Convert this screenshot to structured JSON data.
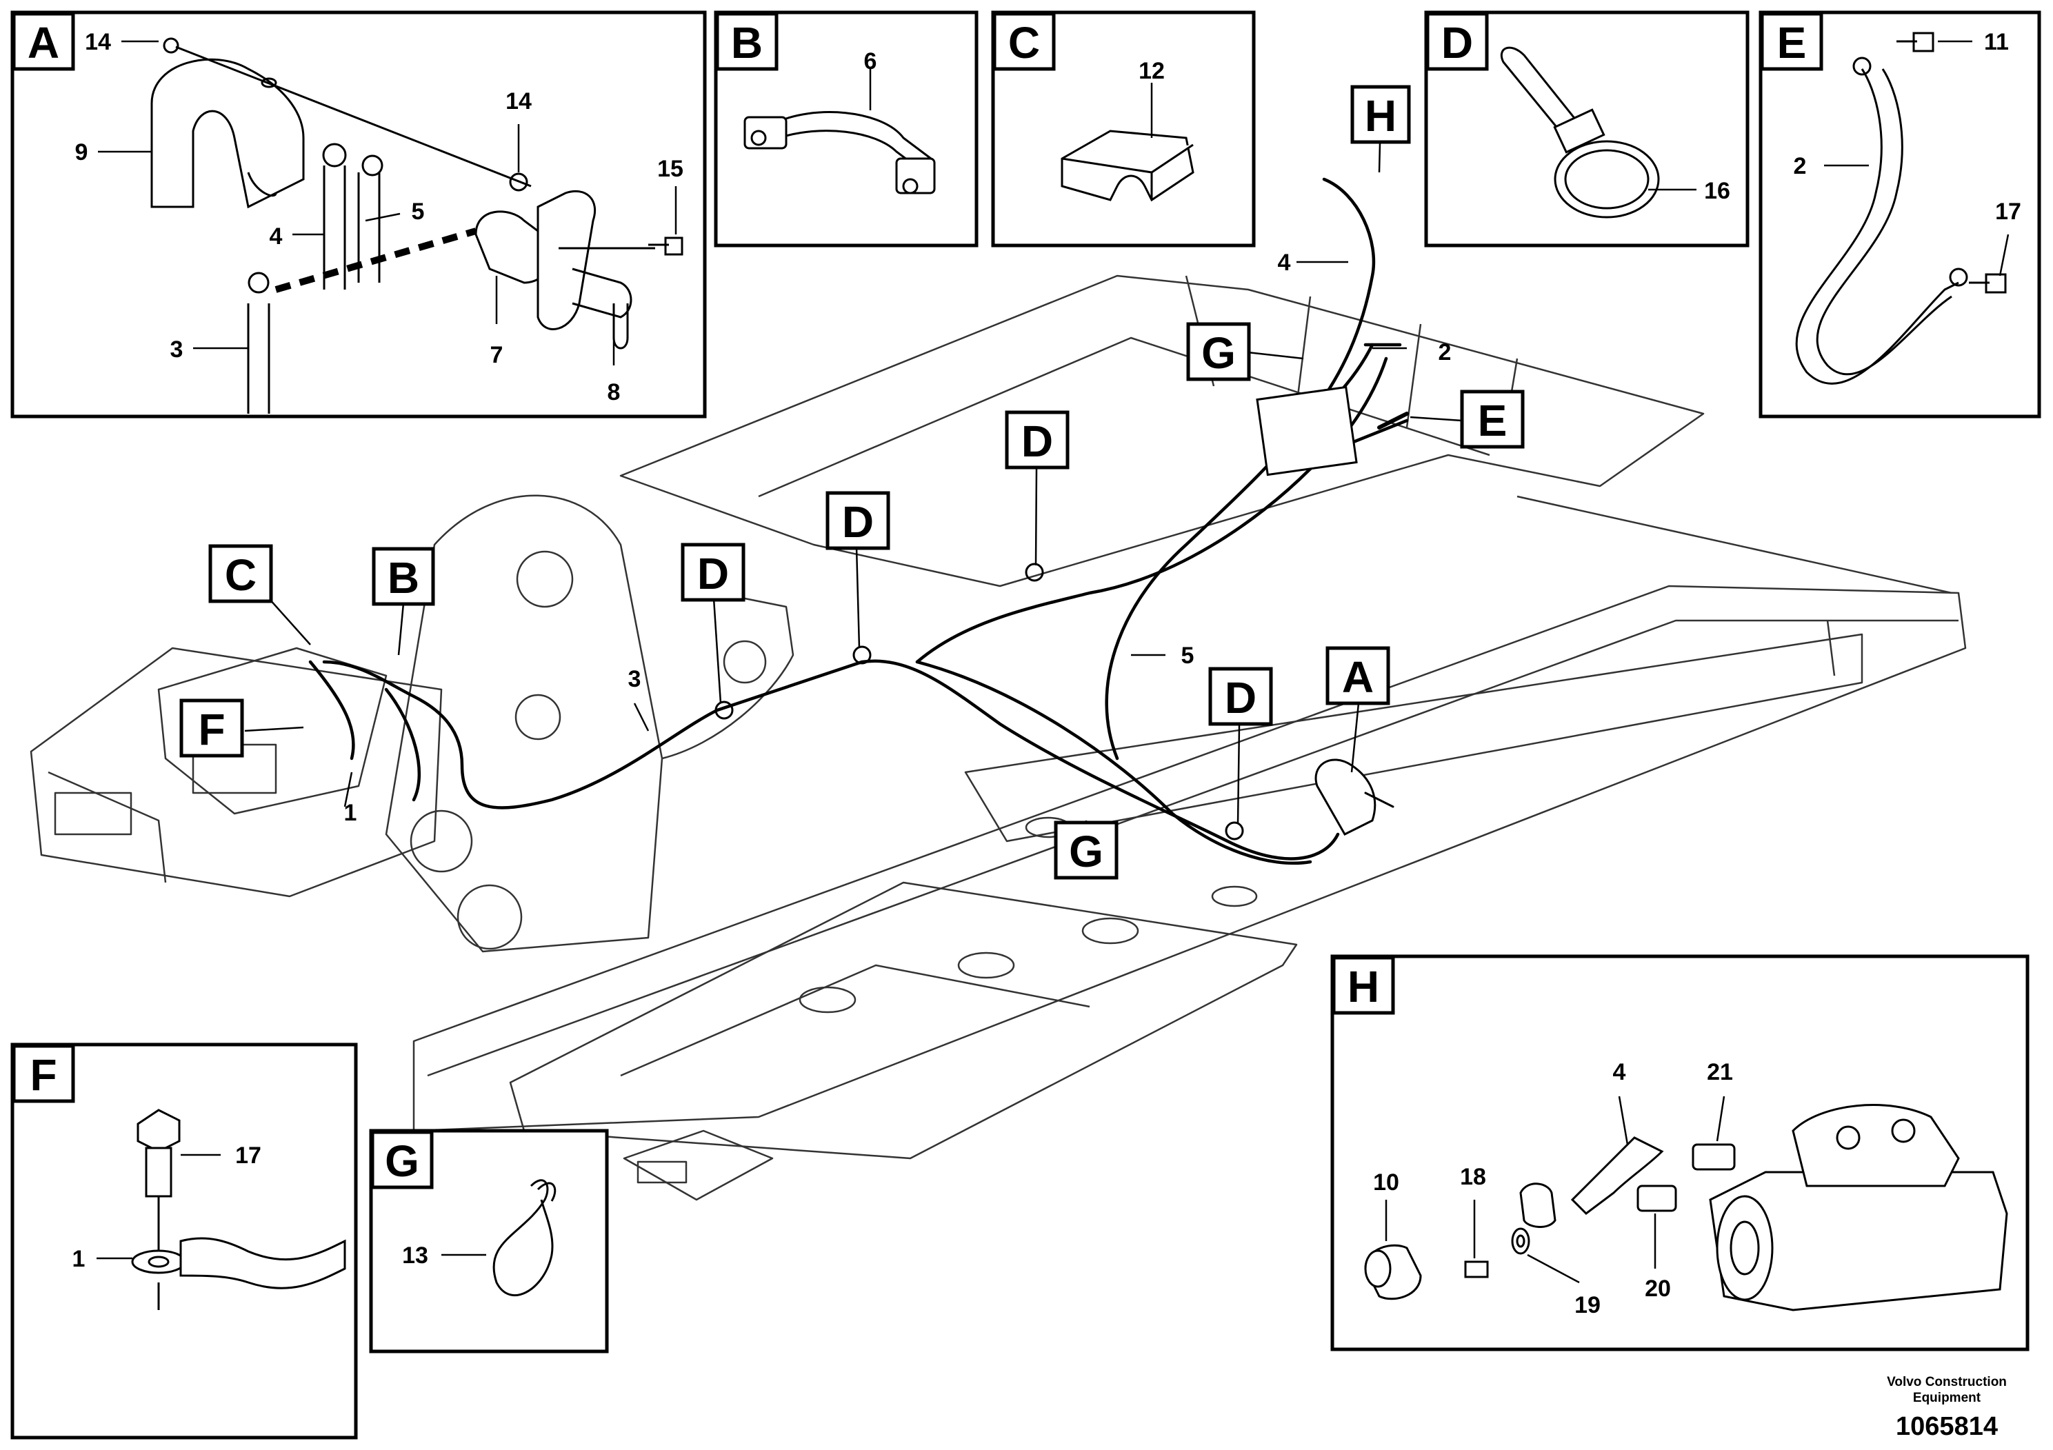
{
  "diagram": {
    "main_callouts": {
      "C": "C",
      "B": "B",
      "F": "F",
      "D1": "D",
      "D2": "D",
      "D3": "D",
      "D4": "D",
      "H": "H",
      "G1": "G",
      "G2": "G",
      "E": "E",
      "A": "A"
    },
    "main_numbers": {
      "n1": "1",
      "n2": "2",
      "n3": "3",
      "n4": "4",
      "n5": "5"
    },
    "panels": {
      "A": {
        "letter": "A",
        "numbers": {
          "n14a": "14",
          "n14b": "14",
          "n9": "9",
          "n15": "15",
          "n4": "4",
          "n5": "5",
          "n3": "3",
          "n7": "7",
          "n8": "8"
        }
      },
      "B": {
        "letter": "B",
        "numbers": {
          "n6": "6"
        }
      },
      "C": {
        "letter": "C",
        "numbers": {
          "n12": "12"
        }
      },
      "D": {
        "letter": "D",
        "numbers": {
          "n16": "16"
        }
      },
      "E": {
        "letter": "E",
        "numbers": {
          "n11": "11",
          "n2": "2",
          "n17": "17"
        }
      },
      "F": {
        "letter": "F",
        "numbers": {
          "n17": "17",
          "n1": "1"
        }
      },
      "G": {
        "letter": "G",
        "numbers": {
          "n13": "13"
        }
      },
      "H": {
        "letter": "H",
        "numbers": {
          "n4": "4",
          "n21": "21",
          "n10": "10",
          "n18": "18",
          "n20": "20",
          "n19": "19"
        }
      }
    }
  },
  "footer": {
    "brand_line1": "Volvo Construction",
    "brand_line2": "Equipment",
    "drawing_number": "1065814"
  }
}
